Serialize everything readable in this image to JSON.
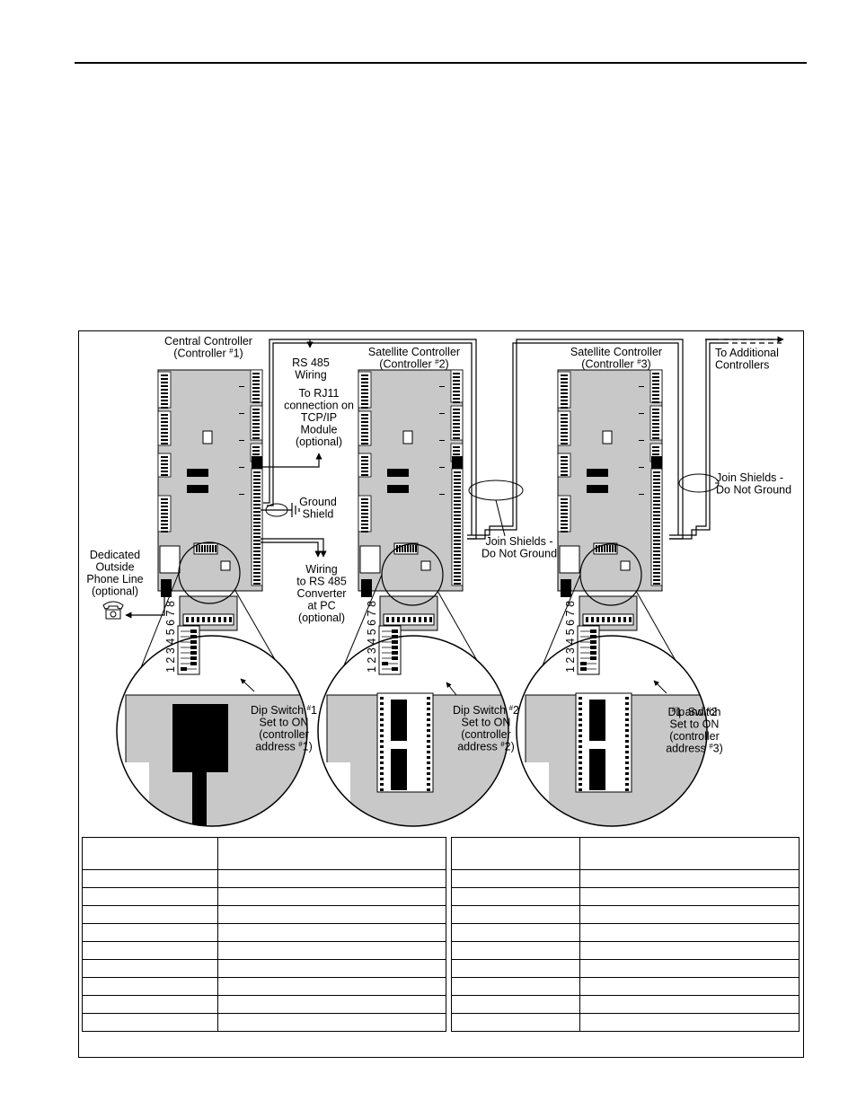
{
  "labels": {
    "central_controller": "Central Controller",
    "central_controller_addr": "(Controller #1)",
    "rs485_wiring": [
      "RS 485",
      "Wiring"
    ],
    "rj11": [
      "To RJ11",
      "connection on",
      "TCP/IP",
      "Module",
      "(optional)"
    ],
    "ground_shield": [
      "Ground",
      "Shield"
    ],
    "wiring_converter": [
      "Wiring",
      "to RS 485",
      "Converter",
      "at PC",
      "(optional)"
    ],
    "phone_line": [
      "Dedicated",
      "Outside",
      "Phone Line",
      "(optional)"
    ],
    "satellite2": "Satellite Controller",
    "satellite2_addr": "(Controller #2)",
    "join_shields_1": [
      "Join Shields -",
      "Do Not Ground"
    ],
    "satellite3": "Satellite Controller",
    "satellite3_addr": "(Controller #3)",
    "additional": [
      "To Additional",
      "Controllers"
    ],
    "join_shields_2": [
      "Join Shields -",
      "Do Not Ground"
    ],
    "dip_numbers": "1 2 3 4 5 6 7 8",
    "dip1": [
      "Dip Switch #1",
      "Set to ON",
      "(controller",
      "address #1)"
    ],
    "dip2": [
      "Dip Switch #2",
      "Set to ON",
      "(controller",
      "address #2)"
    ],
    "dip3": [
      "Dip Switch",
      "#1 and #2",
      "Set to ON",
      "(controller",
      "address #3)"
    ]
  },
  "dip_states": {
    "controller1": [
      1,
      0,
      0,
      0,
      0,
      0,
      0,
      0
    ],
    "controller2": [
      0,
      1,
      0,
      0,
      0,
      0,
      0,
      0
    ],
    "controller3": [
      1,
      1,
      0,
      0,
      0,
      0,
      0,
      0
    ]
  },
  "tables": {
    "left": {
      "rows": 10,
      "columns": 2
    },
    "right": {
      "rows": 10,
      "columns": 2
    }
  }
}
